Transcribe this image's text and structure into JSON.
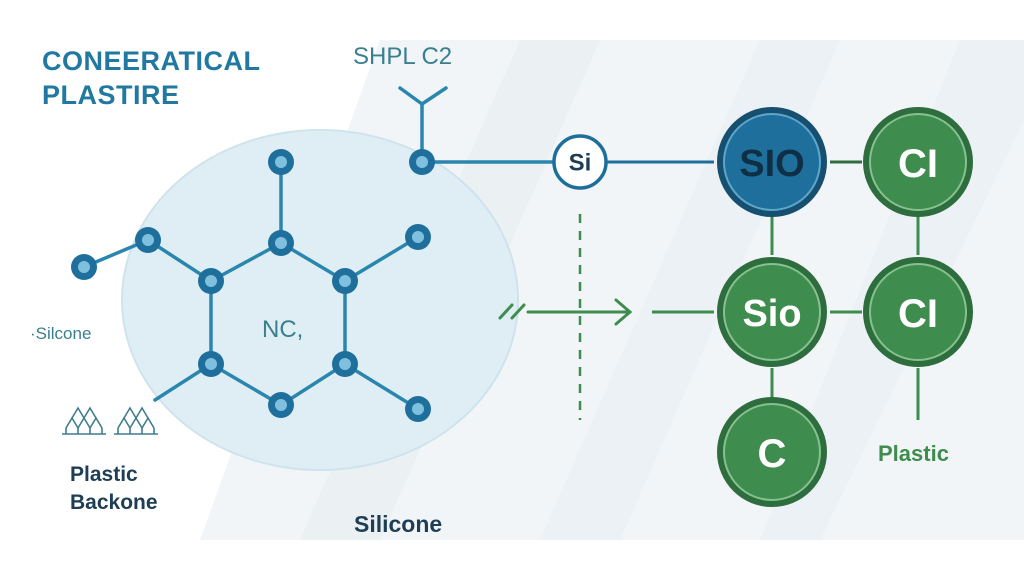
{
  "title": {
    "line1": "CONEERATICAL",
    "line2": "PLASTIRE"
  },
  "top_label": "SHPL C2",
  "ring_label": "NC,",
  "left_labels": {
    "silicone_small": "·Silcone",
    "plastic_backbone_line1": "Plastic",
    "plastic_backbone_line2": "Backone"
  },
  "bottom_label": "Silicone",
  "right_label": "Plastic",
  "atoms": {
    "si": "Si",
    "sio_top": "SIO",
    "ci_top": "CI",
    "sio_mid": "Sio",
    "ci_mid": "CI",
    "c_bottom": "C"
  },
  "colors": {
    "blue": "#1e6e9b",
    "dark_blue": "#174f70",
    "green": "#3f8c4f",
    "dark_green": "#2e6d3d",
    "circle_fill": "#dfeef5",
    "navy_text": "#1e3e55"
  }
}
